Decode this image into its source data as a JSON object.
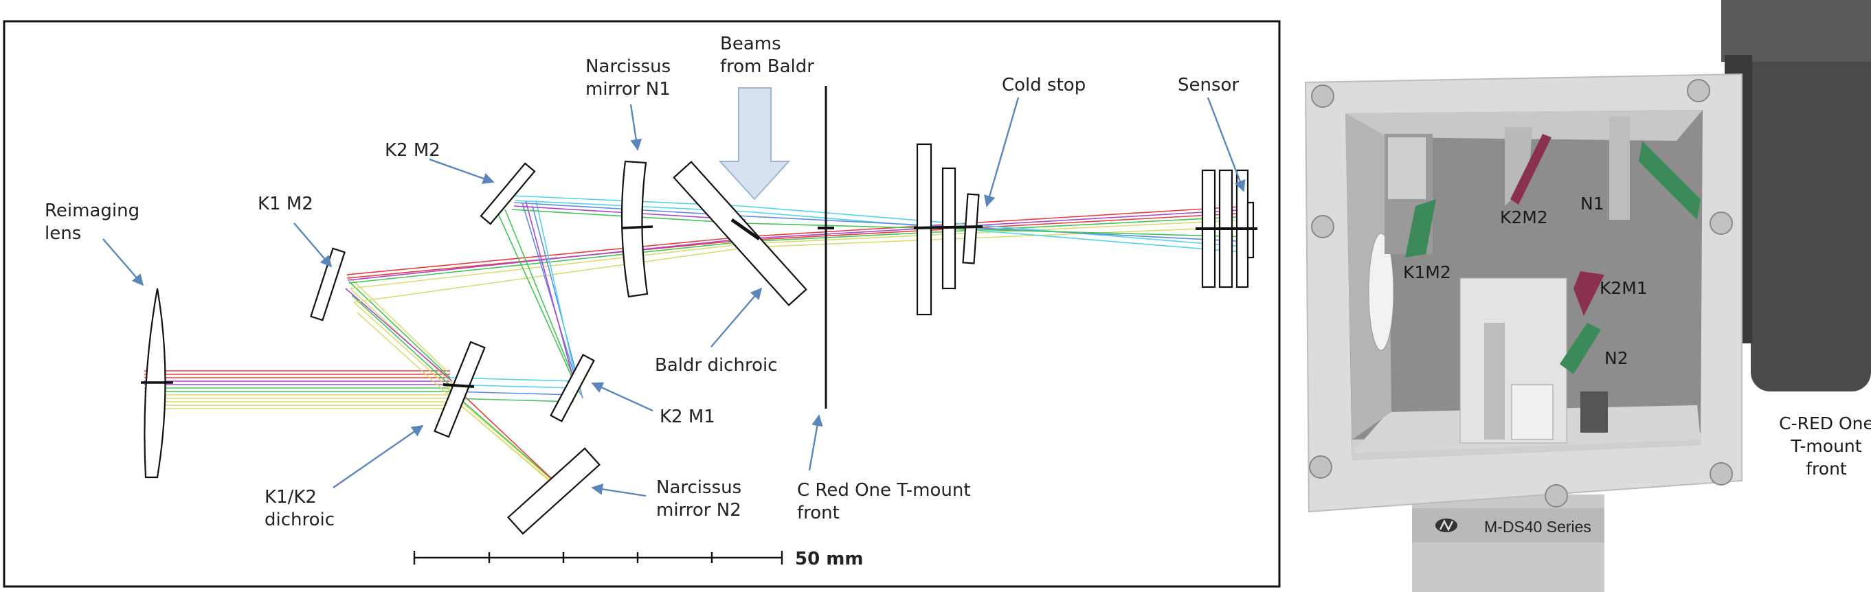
{
  "colors": {
    "arrow": "#5b86b9",
    "bigArrow": "#d6e2ef",
    "bigArrowStroke": "#9fb5cd",
    "rayRed": "#e8262b",
    "rayGreen": "#2fbf45",
    "rayYellow": "#d8d860",
    "rayBlue": "#4f7fe0",
    "rayCyan": "#3fd0e8",
    "rayMagenta": "#a334c8",
    "mountBody": "#4a4a4a"
  },
  "diagram": {
    "labels": {
      "reimaging_lens": "Reimaging\nlens",
      "k1m2": "K1 M2",
      "k2m2": "K2 M2",
      "n1": "Narcissus\nmirror N1",
      "beams": "Beams\nfrom Baldr",
      "cold_stop": "Cold stop",
      "sensor": "Sensor",
      "baldr_dichroic": "Baldr dichroic",
      "k2m1": "K2 M1",
      "k1k2_dichroic": "K1/K2\ndichroic",
      "n2": "Narcissus\nmirror N2",
      "cred_mount": "C Red One T-mount\nfront",
      "scale": "50 mm"
    }
  },
  "photo": {
    "labels": {
      "k2m2": "K2M2",
      "n1": "N1",
      "k1m2": "K1M2",
      "k2m1": "K2M1",
      "n2": "N2",
      "cred": "C-RED One\nT-mount\nfront",
      "stage": "M-DS40 Series"
    }
  }
}
